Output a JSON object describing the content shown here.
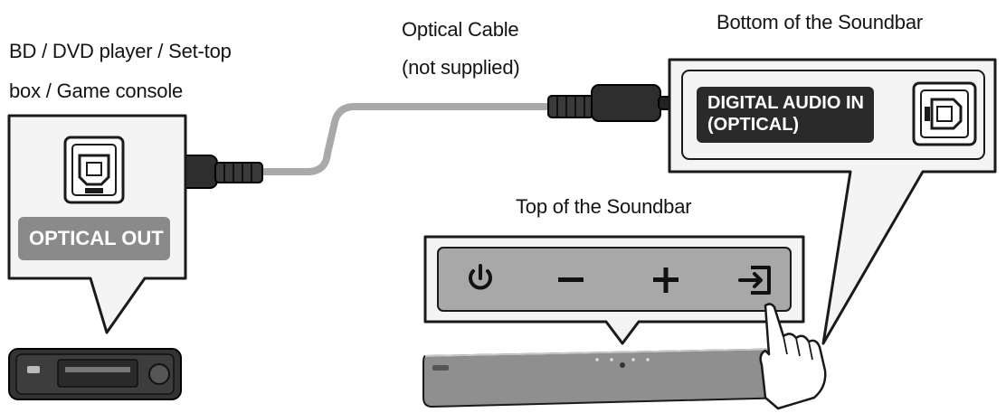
{
  "labels": {
    "source_device_line1": "BD / DVD player / Set-top",
    "source_device_line2": "box / Game console",
    "cable_line1": "Optical Cable",
    "cable_line2": "(not supplied)",
    "bottom_title": "Bottom of the Soundbar",
    "top_title": "Top of the Soundbar",
    "optical_out": "OPTICAL OUT",
    "digital_in_line1": "DIGITAL AUDIO IN",
    "digital_in_line2": "(OPTICAL)"
  },
  "icons": {
    "power": "power-icon",
    "minus": "volume-down-icon",
    "plus": "volume-up-icon",
    "source": "input-source-icon",
    "optical_port": "optical-port-icon",
    "hand": "hand-pointer-icon"
  },
  "colors": {
    "line": "#1a1a1a",
    "panel_bg": "#f4f4f4",
    "tag_bg": "#8a8a8a",
    "tag_dark": "#2a2a2a",
    "cable": "#a9a9a9",
    "device": "#333333",
    "soundbar": "#8f8f8f",
    "top_panel": "#a8a8a8"
  }
}
